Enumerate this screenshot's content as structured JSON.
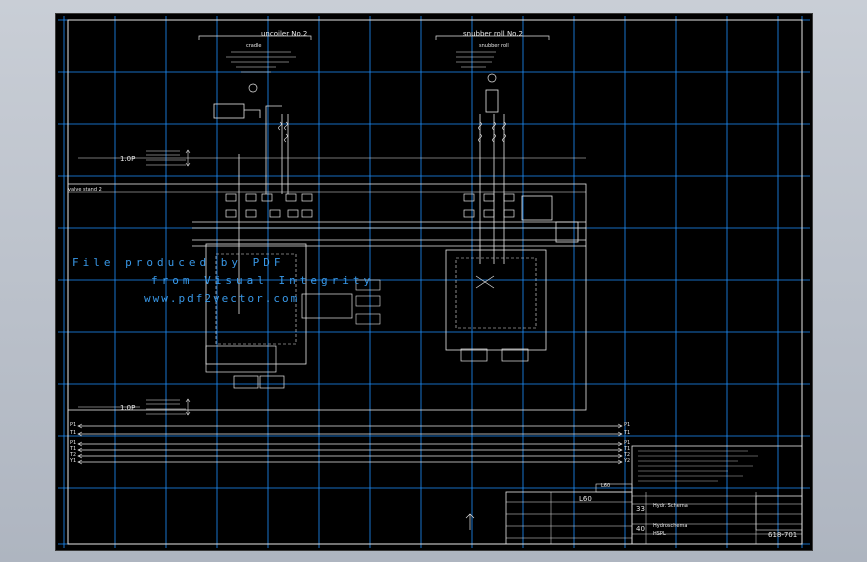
{
  "drawing": {
    "sections": {
      "left_title": "uncoiler No.2",
      "left_sub": "cradle",
      "right_title": "snubber roll No.2",
      "right_sub": "snubber roll",
      "valve_stand": "valve stand 2"
    },
    "levels": {
      "top": "1.0P",
      "bottom": "1.0P"
    },
    "watermark": {
      "line1": "File produced by PDF",
      "line2": "from Visual Integrity",
      "line3": "www.pdf2vector.com"
    },
    "rails": {
      "left": [
        "P1",
        "T1",
        "P1",
        "T1",
        "T2",
        "Y1"
      ],
      "right": [
        "P1",
        "T1",
        "P1",
        "T1",
        "T2",
        "Y2"
      ]
    },
    "title_block": {
      "field_a": "L60",
      "field_b": "L60",
      "sheet_top": "33",
      "sheet_bottom": "40",
      "drawing_type": "Hydr. Schema",
      "project": "Hydroschema",
      "project_no": "HSPL",
      "number": "618-701"
    }
  }
}
